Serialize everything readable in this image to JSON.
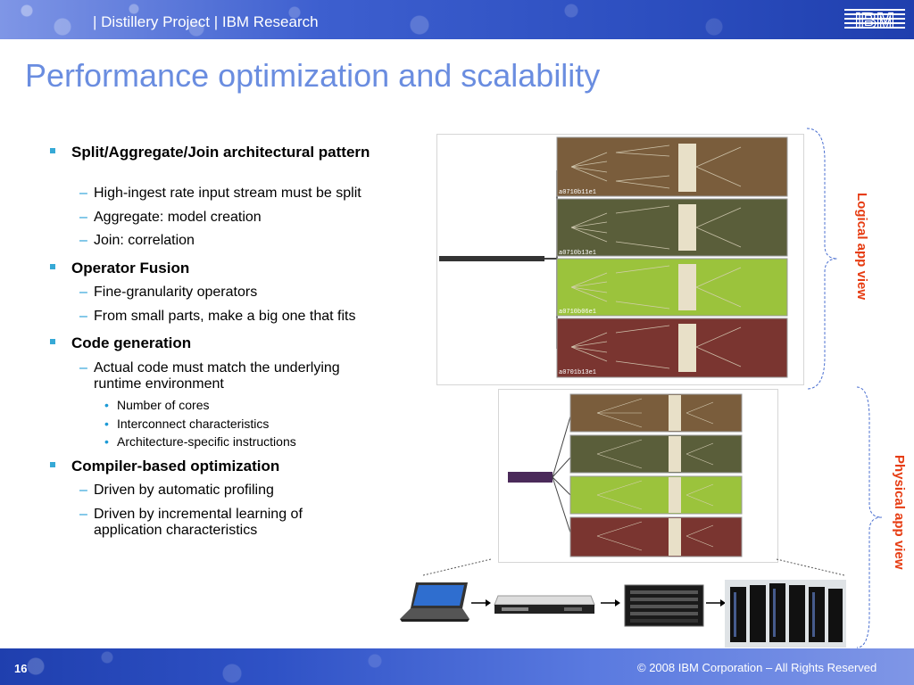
{
  "header": {
    "title": "| Distillery Project | IBM Research",
    "logo": "IBM"
  },
  "page_title": "Performance optimization and scalability",
  "bullets": [
    {
      "text": "Split/Aggregate/Join architectural pattern",
      "subs": [
        "High-ingest rate input stream must be split",
        "Aggregate: model creation",
        "Join: correlation"
      ]
    },
    {
      "text": "Operator Fusion",
      "subs": [
        "Fine-granularity operators",
        "From small parts, make a big one that fits"
      ]
    },
    {
      "text": "Code generation",
      "subs": [
        "Actual code must match the underlying runtime environment"
      ],
      "subsubs": [
        "Number of cores",
        "Interconnect characteristics",
        "Architecture-specific instructions"
      ]
    },
    {
      "text": "Compiler-based optimization",
      "subs": [
        "Driven by automatic profiling",
        "Driven by incremental learning of application characteristics"
      ]
    }
  ],
  "figures": {
    "logical_label": "Logical app view",
    "physical_label": "Physical app view",
    "logical_node_labels": [
      "a0710b11e1",
      "a0710b13e1",
      "a0710b06e1",
      "a0701b13e1"
    ],
    "colors": {
      "brown": "#7a5d3c",
      "olive": "#5a5e3a",
      "green": "#9bc33c",
      "maroon": "#7a3530",
      "accent": "#36a9d6",
      "label_red": "#e63c12"
    },
    "hardware": [
      "laptop-icon",
      "rack-server-icon",
      "blade-chassis-icon",
      "datacenter-icon"
    ]
  },
  "footer": {
    "slide_number": "16",
    "copyright": "© 2008 IBM Corporation – All Rights Reserved"
  }
}
